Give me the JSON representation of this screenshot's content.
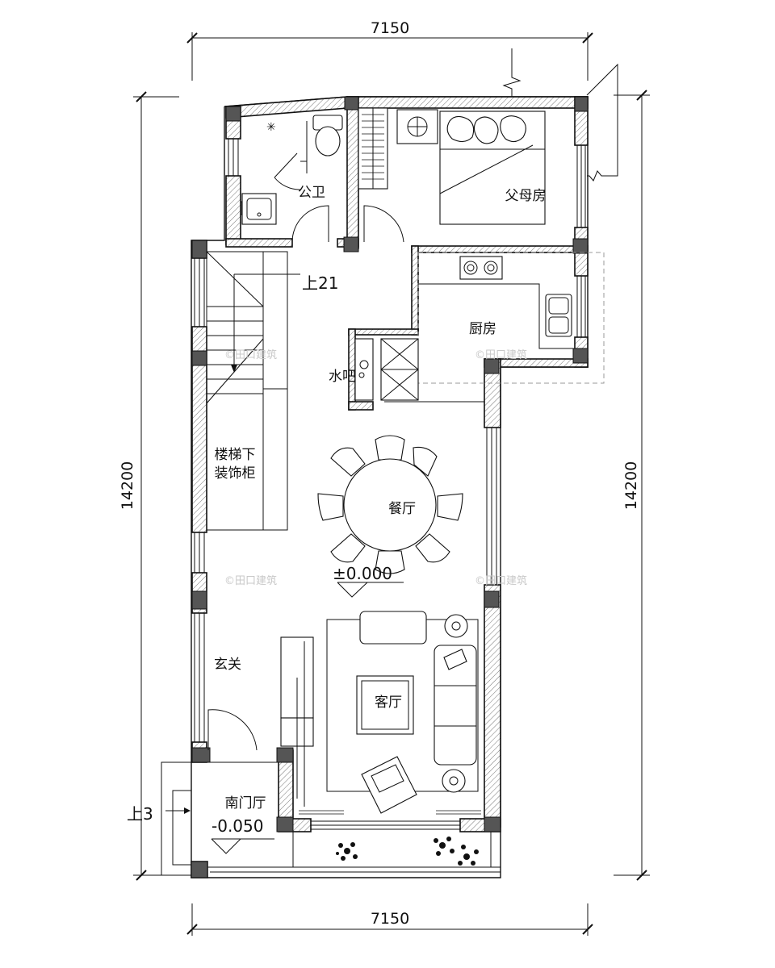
{
  "dimensions": {
    "top": "7150",
    "bottom": "7150",
    "left": "14200",
    "right": "14200"
  },
  "rooms": {
    "bathroom": "公卫",
    "parents_room": "父母房",
    "kitchen": "厨房",
    "water_bar": "水吧",
    "under_stair_cabinet_line1": "楼梯下",
    "under_stair_cabinet_line2": "装饰柜",
    "dining": "餐厅",
    "foyer": "玄关",
    "living": "客厅",
    "south_hall": "南门厅"
  },
  "annotations": {
    "stair_up": "上21",
    "floor_level": "±0.000",
    "entry_level": "-0.050",
    "entry_step": "上3"
  },
  "watermark": "©田口建筑"
}
